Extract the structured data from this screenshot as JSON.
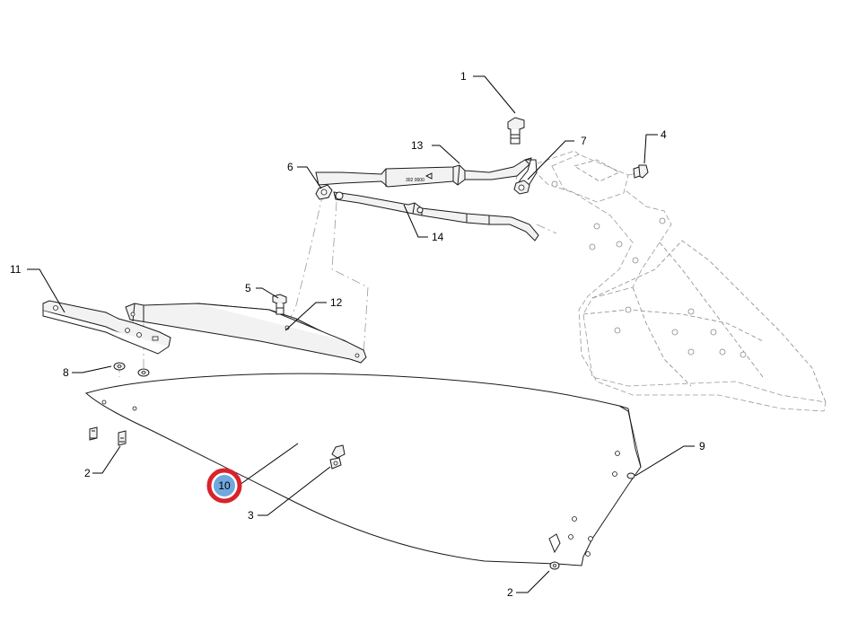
{
  "callouts": {
    "c1": "1",
    "c2a": "2",
    "c2b": "2",
    "c3": "3",
    "c4": "4",
    "c5": "5",
    "c6": "6",
    "c7": "7",
    "c8": "8",
    "c9": "9",
    "c10": "10",
    "c11": "11",
    "c12": "12",
    "c13": "13",
    "c14": "14"
  },
  "highlight": {
    "ring_color": "#d9232a",
    "fill_color": "#6fa8dc"
  }
}
